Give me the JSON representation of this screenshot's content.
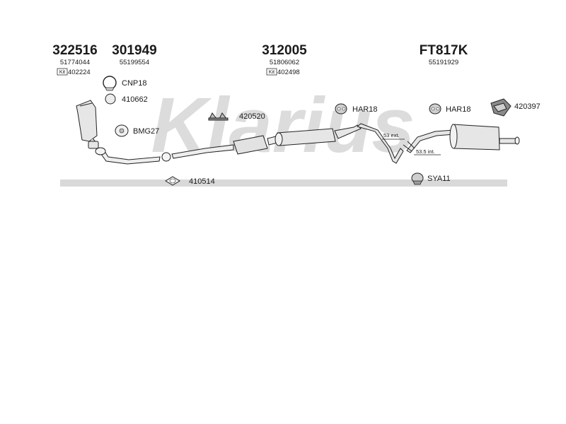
{
  "brand_watermark": "Klarius",
  "colors": {
    "watermark": "#d9d9d9",
    "line": "#222222",
    "part_fill": "#e6e6e6",
    "baseline": "#d4d4d4"
  },
  "header_groups": [
    {
      "code": "322516",
      "oe": "51774044",
      "kit_label": "Kit",
      "kit": "402224"
    },
    {
      "code": "301949",
      "oe": "55199554"
    },
    {
      "code": "312005",
      "oe": "51806062",
      "kit_label": "Kit",
      "kit": "402498"
    },
    {
      "code": "FT817K",
      "oe": "55191929"
    }
  ],
  "parts": {
    "clamp_cnp18": "CNP18",
    "ring_410662": "410662",
    "bolt_bmg27": "BMG27",
    "hanger_420520": "420520",
    "rubber_har18_a": "HAR18",
    "rubber_har18_b": "HAR18",
    "mount_420397": "420397",
    "gasket_410514": "410514",
    "clamp_sya11": "SYA11"
  },
  "dimensions": {
    "ext": "53 ext.",
    "int": "53.5 int."
  },
  "icons": [
    "clamp-icon",
    "ring-icon",
    "bolt-icon",
    "hanger-icon",
    "rubber-mount-icon",
    "gasket-icon"
  ]
}
